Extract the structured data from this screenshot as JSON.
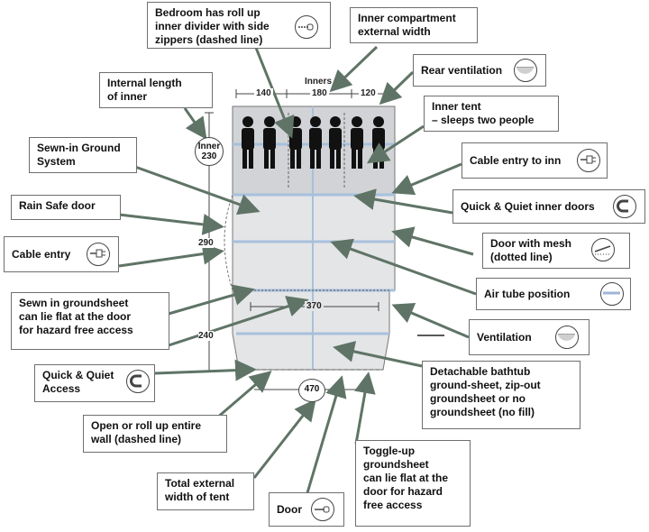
{
  "colors": {
    "line": "#6f6f6f",
    "arrow": "#5f7466",
    "floor": "#d6d8da",
    "inner": "#c7c9cc",
    "tube": "#a7c0dc",
    "accent": "#9fb6d8"
  },
  "labels": {
    "bedroom": [
      "Bedroom has roll up",
      "inner divider with side",
      "zippers (dashed line)"
    ],
    "inner_width": [
      "Inner compartment",
      "external width"
    ],
    "rear_vent": "Rear ventilation",
    "internal_length": [
      "Internal length",
      "of inner"
    ],
    "inner_tent": [
      "Inner tent",
      "– sleeps two people"
    ],
    "sewn_ground": [
      "Sewn-in Ground",
      "System"
    ],
    "cable_inner": "Cable entry to inn",
    "rain_safe": "Rain Safe door",
    "qq_inner": "Quick & Quiet inner doors",
    "cable_entry": "Cable entry",
    "door_mesh": [
      "Door with mesh",
      "(dotted line)"
    ],
    "air_tube": "Air tube position",
    "sewn_groundsheet": [
      "Sewn in groundsheet",
      "can lie flat at the door",
      "for hazard free access"
    ],
    "ventilation": "Ventilation",
    "qq_access": [
      "Quick & Quiet",
      "Access"
    ],
    "bathtub": [
      "Detachable bathtub",
      "ground-sheet, zip-out",
      "groundsheet or no",
      "groundsheet (no fill)"
    ],
    "open_wall": [
      "Open or roll up entire",
      "wall (dashed line)"
    ],
    "toggle": [
      "Toggle-up",
      "groundsheet",
      "can lie flat at the",
      "door for hazard",
      "free access"
    ],
    "total_width": [
      "Total external",
      "width of tent"
    ],
    "door": "Door"
  },
  "dimensions": {
    "inners_title": "Inners",
    "inner_widths": [
      "140",
      "180",
      "120"
    ],
    "inner_label": "Inner",
    "inner_length": "230",
    "total_length": "290",
    "lower_length": "240",
    "mid_width": "370",
    "total_width": "470"
  },
  "icons": [
    "zipper-icon",
    "vent-circle-icon",
    "plug-icon",
    "magnet-icon",
    "mesh-zipper-icon",
    "air-tube-icon",
    "vent-circle-icon",
    "magnet-icon",
    "zipper-icon"
  ]
}
